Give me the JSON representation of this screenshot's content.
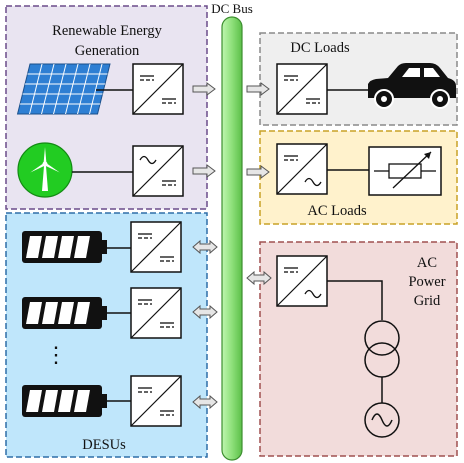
{
  "bus": {
    "label": "DC Bus",
    "color": "#8ee07a"
  },
  "groups": {
    "renewable": {
      "title_line1": "Renewable Energy",
      "title_line2": "Generation",
      "fill": "#e9e4f1",
      "border": "#6b4c8a"
    },
    "desus": {
      "title": "DESUs",
      "fill": "#bfe6fb",
      "border": "#2f6ea8",
      "ellipsis": "⋮"
    },
    "dc_loads": {
      "title": "DC Loads",
      "fill": "#efefef",
      "border": "#8a8a8a"
    },
    "ac_loads": {
      "title": "AC Loads",
      "fill": "#fff2cc",
      "border": "#c9a227"
    },
    "grid": {
      "title_line1": "AC",
      "title_line2": "Power",
      "title_line3": "Grid",
      "fill": "#f2dcdb",
      "border": "#a05050"
    }
  },
  "icons": {
    "solar": "solar-panel-icon",
    "wind": "wind-turbine-icon",
    "battery": "battery-icon",
    "car": "car-icon",
    "resistor": "variable-resistor-icon",
    "transformer": "transformer-icon",
    "ac_source": "ac-source-icon",
    "dc_dc": "dc-dc-converter-icon",
    "ac_dc": "ac-dc-converter-icon",
    "dc_ac": "dc-ac-converter-icon"
  },
  "colors": {
    "wind_circle": "#22cc22",
    "solar_cell": "#2e7fd3",
    "arrow_fill": "#e6e6e6"
  }
}
